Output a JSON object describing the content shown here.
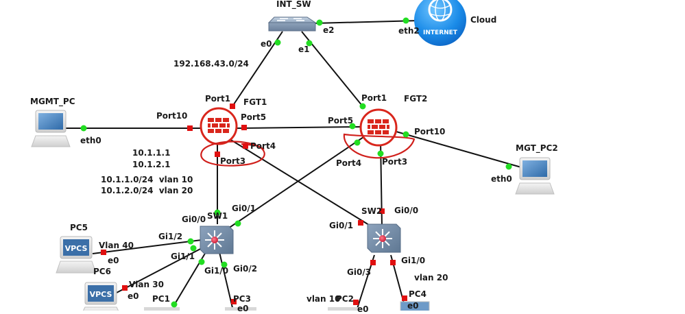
{
  "diagram": {
    "colors": {
      "link": "#111111",
      "port_up": "#22dd22",
      "port_down": "#e01010",
      "firewall": "#d9261c",
      "annotation": "#d0201c",
      "switch_body": "#7f96b0",
      "cloud": "#1a8be8"
    },
    "nodes": {
      "int_sw": {
        "name": "INT_SW",
        "type": "switch"
      },
      "cloud": {
        "name": "Cloud",
        "icon_text": "INTERNET",
        "type": "cloud"
      },
      "fgt1": {
        "name": "FGT1",
        "type": "firewall"
      },
      "fgt2": {
        "name": "FGT2",
        "type": "firewall"
      },
      "mgmt_pc": {
        "name": "MGMT_PC",
        "type": "pc"
      },
      "mgt_pc2": {
        "name": "MGT_PC2",
        "type": "pc"
      },
      "sw1": {
        "name": "SW1",
        "type": "l3-switch"
      },
      "sw2": {
        "name": "SW2",
        "type": "l3-switch"
      },
      "pc5": {
        "name": "PC5",
        "icon_text": "VPCS",
        "type": "vpcs"
      },
      "pc6": {
        "name": "PC6",
        "icon_text": "VPCS",
        "type": "vpcs"
      },
      "pc1": {
        "name": "PC1",
        "type": "vpcs"
      },
      "pc2": {
        "name": "PC2",
        "type": "vpcs"
      },
      "pc3": {
        "name": "PC3",
        "type": "vpcs"
      },
      "pc4": {
        "name": "PC4",
        "type": "vpcs"
      }
    },
    "ports": {
      "int_sw_e0": "e0",
      "int_sw_e1": "e1",
      "int_sw_e2": "e2",
      "cloud_eth2": "eth2",
      "fgt1_port1": "Port1",
      "fgt1_port10": "Port10",
      "fgt1_port5": "Port5",
      "fgt1_port4": "Port4",
      "fgt1_port3": "Port3",
      "fgt2_port1": "Port1",
      "fgt2_port5": "Port5",
      "fgt2_port10": "Port10",
      "fgt2_port4": "Port4",
      "fgt2_port3": "Port3",
      "mgmt_pc_eth0": "eth0",
      "mgt_pc2_eth0": "eth0",
      "sw1_gi00": "Gi0/0",
      "sw1_gi01": "Gi0/1",
      "sw1_gi12": "Gi1/2",
      "sw1_gi11": "Gi1/1",
      "sw1_gi10": "Gi1/0",
      "sw1_gi02": "Gi0/2",
      "sw2_gi00": "Gi0/0",
      "sw2_gi01": "Gi0/1",
      "sw2_gi03": "Gi0/3",
      "sw2_gi10": "Gi1/0",
      "pc5_e0": "e0",
      "pc6_e0": "e0",
      "pc3_e0": "e0",
      "pc2_e0": "e0",
      "pc4_e0": "e0"
    },
    "annotations": {
      "wan_subnet": "192.168.43.0/24",
      "ip1": "10.1.1.1",
      "ip2": "10.1.2.1",
      "vlan10_subnet": "10.1.1.0/24  vlan 10",
      "vlan20_subnet": "10.1.2.0/24  vlan 20",
      "pc5_vlan": "Vlan 40",
      "pc6_vlan": "Vlan 30",
      "pc2_vlan": "vlan 10",
      "pc4_vlan": "vlan 20"
    }
  }
}
